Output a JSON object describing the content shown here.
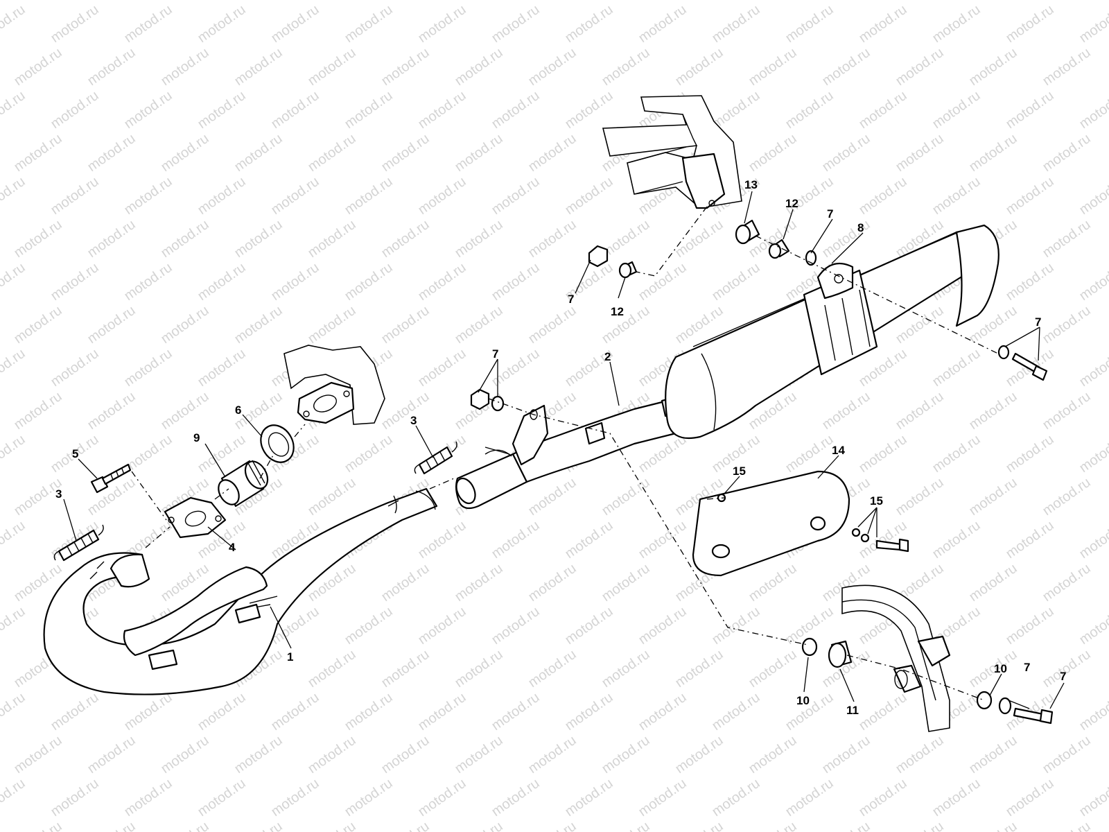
{
  "watermark": {
    "text": "motod.ru",
    "color": "#d4d4d4"
  },
  "colors": {
    "line": "#000000",
    "background": "#ffffff"
  },
  "callouts": [
    "1",
    "2",
    "3",
    "3",
    "4",
    "5",
    "6",
    "7",
    "7",
    "7",
    "7",
    "7",
    "7",
    "8",
    "9",
    "10",
    "10",
    "11",
    "12",
    "12",
    "13",
    "14",
    "15",
    "15"
  ]
}
